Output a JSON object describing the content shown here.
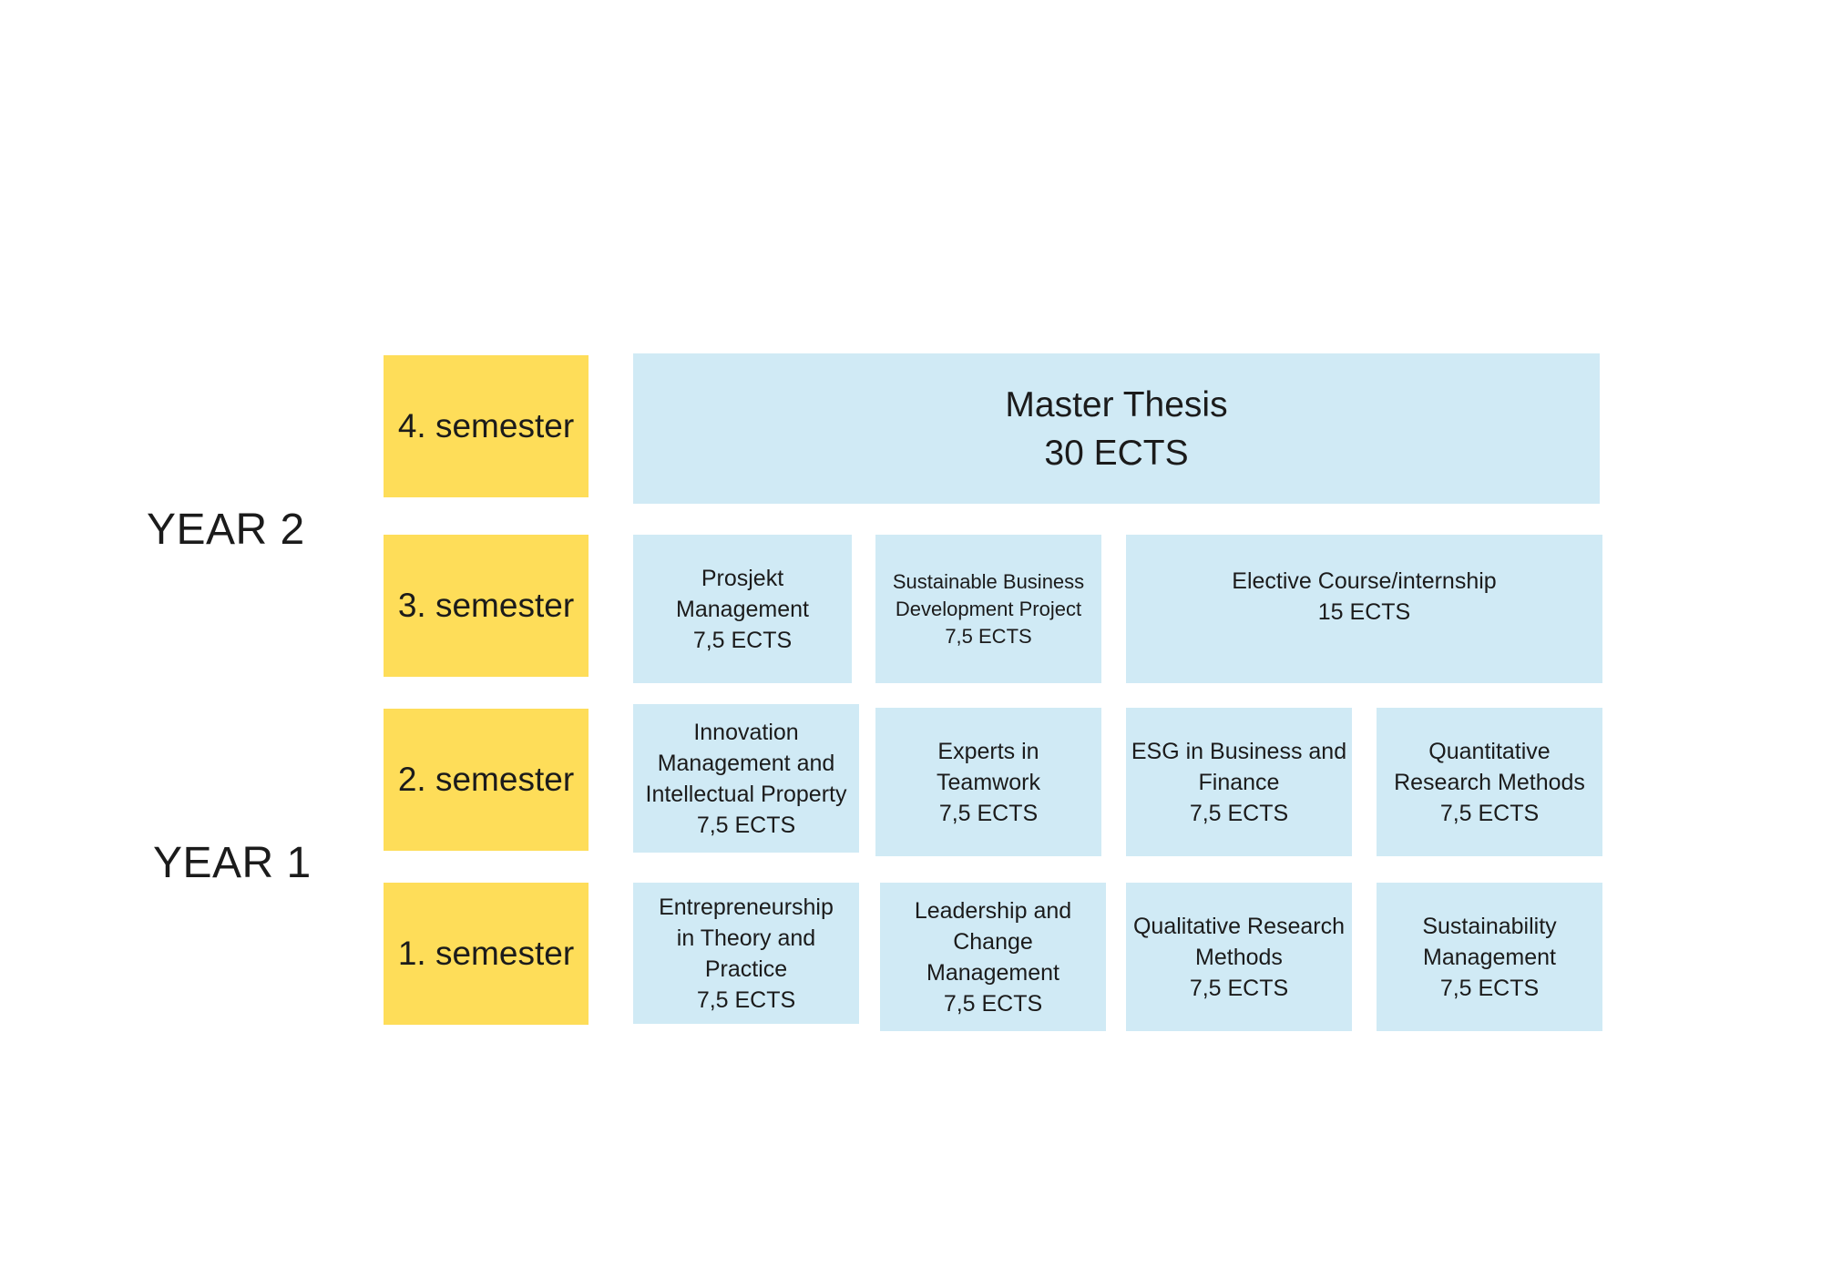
{
  "years": {
    "year2": "YEAR 2",
    "year1": "YEAR 1"
  },
  "semesters": {
    "s4": "4. semester",
    "s3": "3. semester",
    "s2": "2. semester",
    "s1": "1. semester"
  },
  "colors": {
    "semester_fill": "#fedd59",
    "course_fill": "#d0eaf5"
  },
  "courses": {
    "s4": [
      {
        "title": "Master Thesis",
        "ects": "30 ECTS"
      }
    ],
    "s3": [
      {
        "title": "Prosjekt Management",
        "ects": "7,5 ECTS"
      },
      {
        "title": "Sustainable Business Development Project",
        "ects": "7,5 ECTS"
      },
      {
        "title": "Elective Course/internship",
        "ects": "15 ECTS"
      }
    ],
    "s2": [
      {
        "title": "Innovation Management and Intellectual Property",
        "ects": "7,5 ECTS"
      },
      {
        "title": "Experts in Teamwork",
        "ects": "7,5 ECTS"
      },
      {
        "title": "ESG in Business and Finance",
        "ects": "7,5 ECTS"
      },
      {
        "title": "Quantitative Research Methods",
        "ects": "7,5 ECTS"
      }
    ],
    "s1": [
      {
        "title": "Entrepreneurship in Theory and Practice",
        "ects": "7,5 ECTS"
      },
      {
        "title": "Leadership and Change Management",
        "ects": "7,5 ECTS"
      },
      {
        "title": "Qualitative Research Methods",
        "ects": "7,5 ECTS"
      },
      {
        "title": "Sustainability Management",
        "ects": "7,5 ECTS"
      }
    ]
  }
}
